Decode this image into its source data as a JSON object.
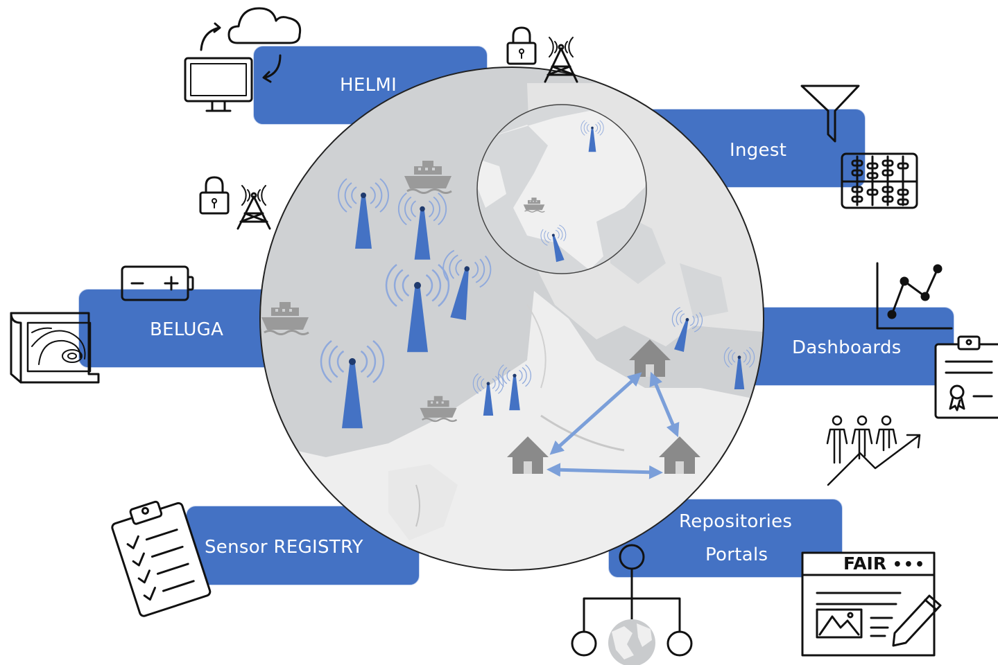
{
  "nodes": {
    "helmi": "HELMI",
    "ingest": "Ingest",
    "beluga": "BELUGA",
    "dashboards": "Dashboards",
    "sensor_registry": "Sensor REGISTRY",
    "repositories_line1": "Repositories",
    "repositories_line2": "Portals"
  },
  "fair_badge": {
    "text": "FAIR",
    "dots": "•••"
  },
  "colors": {
    "box_fill": "#4472c4",
    "box_border": "#c6d4ee",
    "globe_water": "#cfd1d3",
    "globe_land": "#eeeeee",
    "marker_blue": "#4472c4",
    "arrow_blue": "#7b9fd9",
    "ship_grey": "#9a9a9a",
    "icon_stroke": "#111111"
  },
  "icons": [
    "monitor-cloud-sync-icon",
    "lock-antenna-icon",
    "funnel-icon",
    "abacus-icon",
    "battery-icon",
    "topographic-map-icon",
    "line-chart-icon",
    "certificate-icon",
    "people-growth-icon",
    "checklist-clipboard-icon",
    "network-hierarchy-icon",
    "fair-document-icon",
    "antenna-marker-icon",
    "ship-icon",
    "house-icon"
  ]
}
